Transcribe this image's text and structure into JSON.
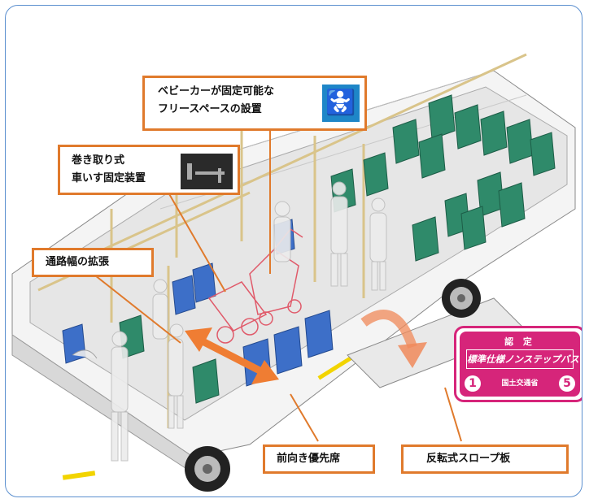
{
  "callouts": {
    "stroller_line1": "ベビーカーが固定可能な",
    "stroller_line2": "フリースペースの設置",
    "wheelchair_line1": "巻き取り式",
    "wheelchair_line2": "車いす固定装置",
    "aisle": "通路幅の拡張",
    "front_seat": "前向き優先席",
    "ramp": "反転式スロープ板"
  },
  "badge": {
    "cert": "認 定",
    "title": "標準仕様ノンステップバス",
    "num_left": "1",
    "ministry": "国土交通省",
    "num_right": "5"
  },
  "icons": {
    "stroller_sign": "stroller-sign-icon",
    "accent": "#e07a2c",
    "badge_color": "#d6257a",
    "seat_green": "#2f8a6a",
    "seat_blue": "#3d6fc8"
  }
}
